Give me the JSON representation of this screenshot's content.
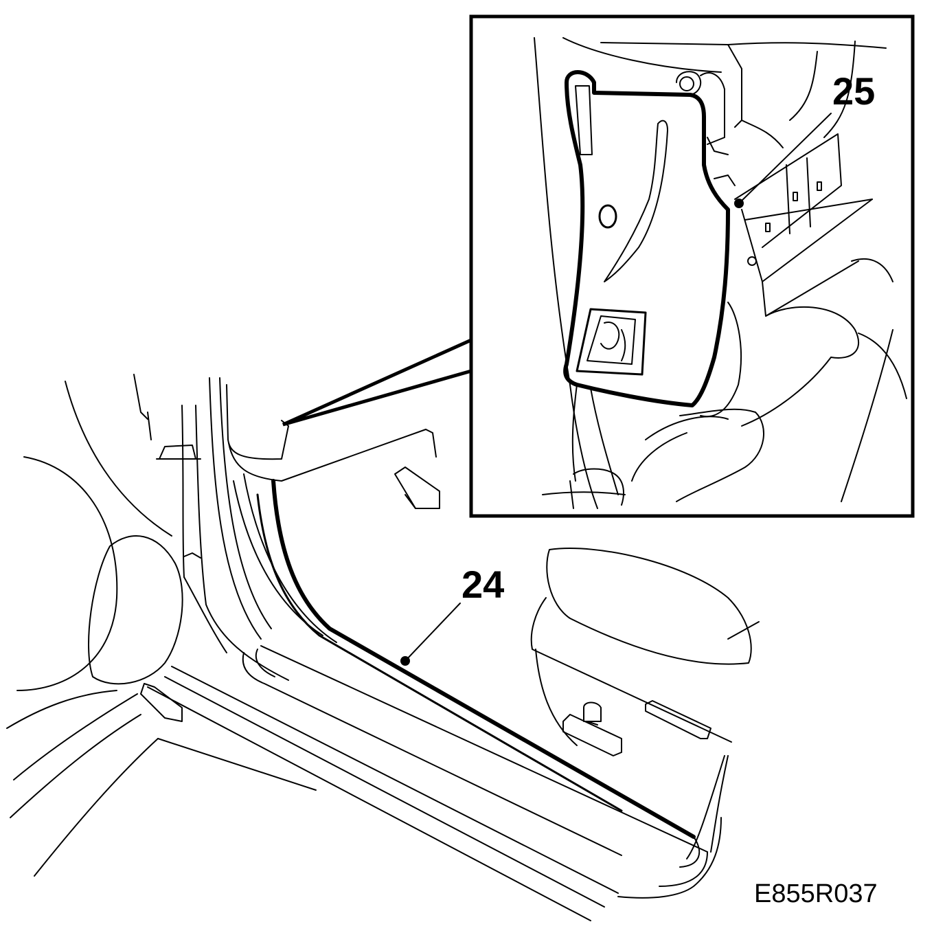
{
  "callouts": {
    "part_24": "24",
    "part_25": "25"
  },
  "figure_ref": "E855R037",
  "colors": {
    "line": "#000000",
    "background": "#ffffff"
  }
}
